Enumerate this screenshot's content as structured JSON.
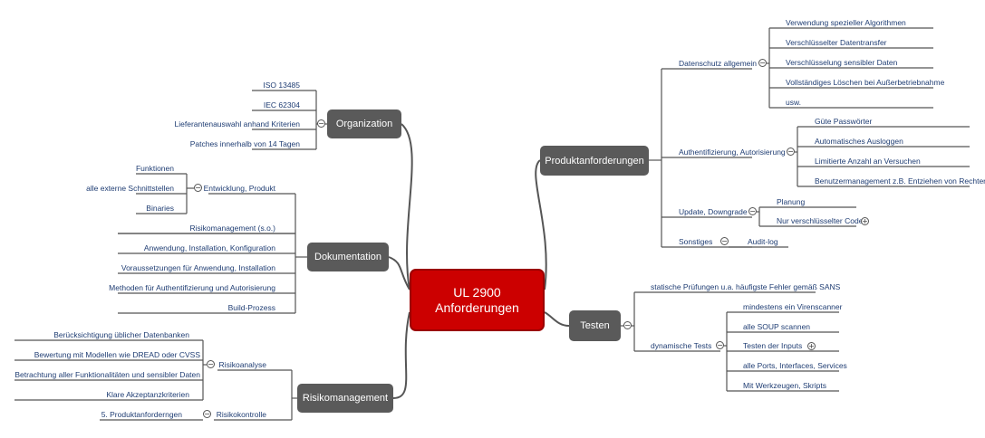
{
  "center": {
    "line1": "UL 2900",
    "line2": "Anforderungen"
  },
  "topics": {
    "organization": "Organization",
    "dokumentation": "Dokumentation",
    "risikomanagement": "Risikomanagement",
    "produktanforderungen": "Produktanforderungen",
    "testen": "Testen"
  },
  "organization": {
    "items": [
      "ISO 13485",
      "IEC 62304",
      "Lieferantenauswahl anhand Kriterien",
      "Patches innerhalb von 14 Tagen"
    ]
  },
  "dokumentation": {
    "entwicklung": "Entwicklung, Produkt",
    "entwicklung_items": [
      "Funktionen",
      "alle externe Schnittstellen",
      "Binaries"
    ],
    "items": [
      "Risikomanagement (s.o.)",
      "Anwendung, Installation, Konfiguration",
      "Voraussetzungen für Anwendung, Installation",
      "Methoden für Authentifizierung und Autorisierung",
      "Build-Prozess"
    ]
  },
  "risikomanagement": {
    "risikoanalyse": "Risikoanalyse",
    "risikoanalyse_items": [
      "Berücksichtigung üblicher Datenbanken",
      "Bewertung mit Modellen wie DREAD oder CVSS",
      "Betrachtung aller Funktionalitäten und sensibler Daten",
      "Klare Akzeptanzkriterien"
    ],
    "risikokontrolle": "Risikokontrolle",
    "risikokontrolle_item": "5. Produktanforderngen"
  },
  "produktanforderungen": {
    "datenschutz": "Datenschutz allgemein",
    "datenschutz_items": [
      "Verwendung spezieller Algorithmen",
      "Verschlüsselter Datentransfer",
      "Verschlüsselung sensibler Daten",
      "Vollständiges Löschen bei Außerbetriebnahme",
      "usw."
    ],
    "auth": "Authentifizierung, Autorisierung",
    "auth_items": [
      "Güte Passwörter",
      "Automatisches Ausloggen",
      "Limitierte Anzahl an Versuchen",
      "Benutzermanagement z.B. Entziehen von Rechten"
    ],
    "update": "Update, Downgrade",
    "update_items": [
      "Planung",
      "Nur verschlüsselter Code"
    ],
    "sonstiges": "Sonstiges",
    "sonstiges_item": "Audit-log"
  },
  "testen": {
    "statisch": "statische Prüfungen u.a. häufigste Fehler gemäß SANS",
    "dynamisch": "dynamische Tests",
    "dynamisch_items": [
      "mindestens ein Virenscanner",
      "alle SOUP scannen",
      "Testen der Inputs",
      "alle Ports, Interfaces, Services",
      "Mit Werkzeugen, Skripts"
    ]
  },
  "icons": {
    "collapse": "minus-circle-icon",
    "expand": "plus-circle-icon"
  },
  "toggle_glyphs": {
    "minus": "−",
    "plus": "+"
  },
  "colors": {
    "center": "#cc0000",
    "topic": "#5a5a5a",
    "line": "#555555",
    "text": "#1f3d73"
  }
}
